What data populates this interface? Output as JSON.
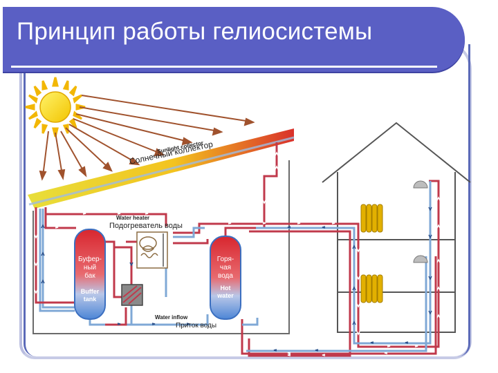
{
  "slide": {
    "title": "Принцип работы гелиосистемы"
  },
  "labels": {
    "collector_en": "Sunlight collector",
    "collector_ru": "Солнечный коллектор",
    "heater_en": "Water heater",
    "heater_ru": "Подогреватель воды",
    "buffer_ru_1": "Буфер-",
    "buffer_ru_2": "ный",
    "buffer_ru_3": "бак",
    "buffer_en_1": "Buffer",
    "buffer_en_2": "tank",
    "hot_ru_1": "Горя-",
    "hot_ru_2": "чая",
    "hot_ru_3": "вода",
    "hot_en_1": "Hot",
    "hot_en_2": "water",
    "inflow_en": "Water inflow",
    "inflow_ru": "Приток воды"
  },
  "colors": {
    "title_bar": "#5a5fc4",
    "hot_pipe": "#c0394b",
    "cold_pipe": "#7fa8d6",
    "sun": "#f7d21e",
    "ray": "#a0522d",
    "radiator": "#e2b000"
  },
  "icons": {
    "sun": "sun-icon",
    "radiator": "radiator-icon",
    "tap": "tap-icon",
    "heat_exchanger": "heat-exchanger-icon"
  }
}
